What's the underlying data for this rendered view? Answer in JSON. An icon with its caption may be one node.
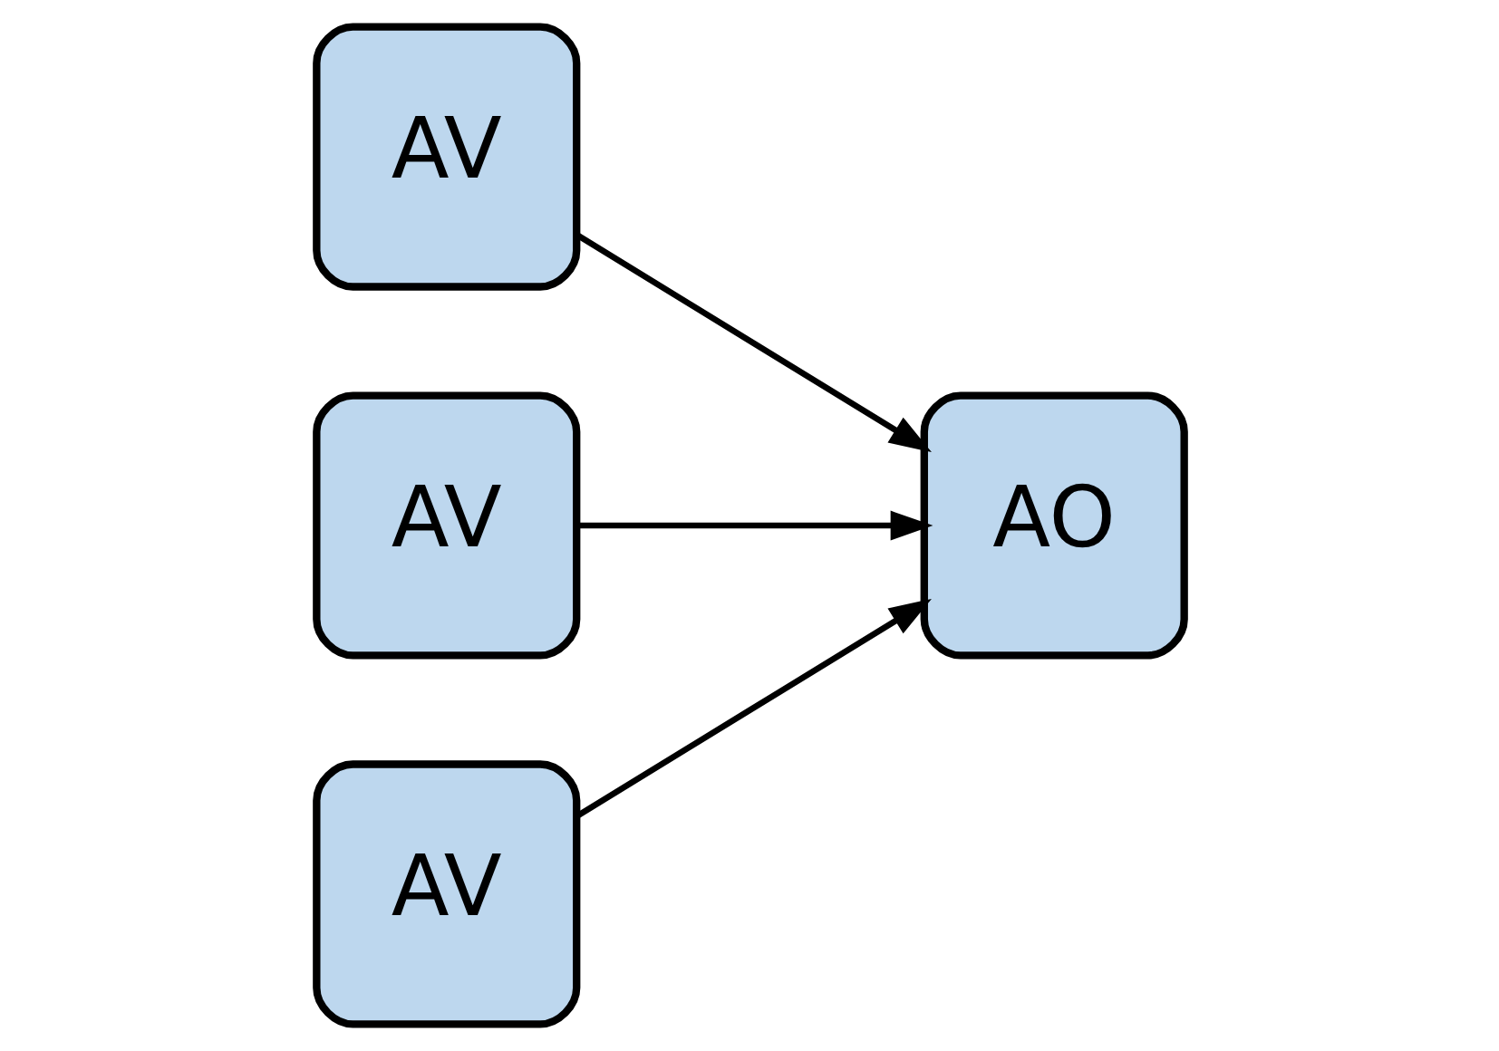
{
  "diagram": {
    "nodes": [
      {
        "text": [
          "AV"
        ]
      },
      {
        "text": [
          "AV"
        ]
      },
      {
        "text": [
          "AO"
        ]
      },
      {
        "text": [
          "AV"
        ]
      }
    ],
    "edges": [
      {
        "from": 0,
        "to": 2,
        "arrow": "to"
      },
      {
        "from": 1,
        "to": 2,
        "arrow": "to"
      },
      {
        "from": 3,
        "to": 2,
        "arrow": "to"
      }
    ]
  }
}
